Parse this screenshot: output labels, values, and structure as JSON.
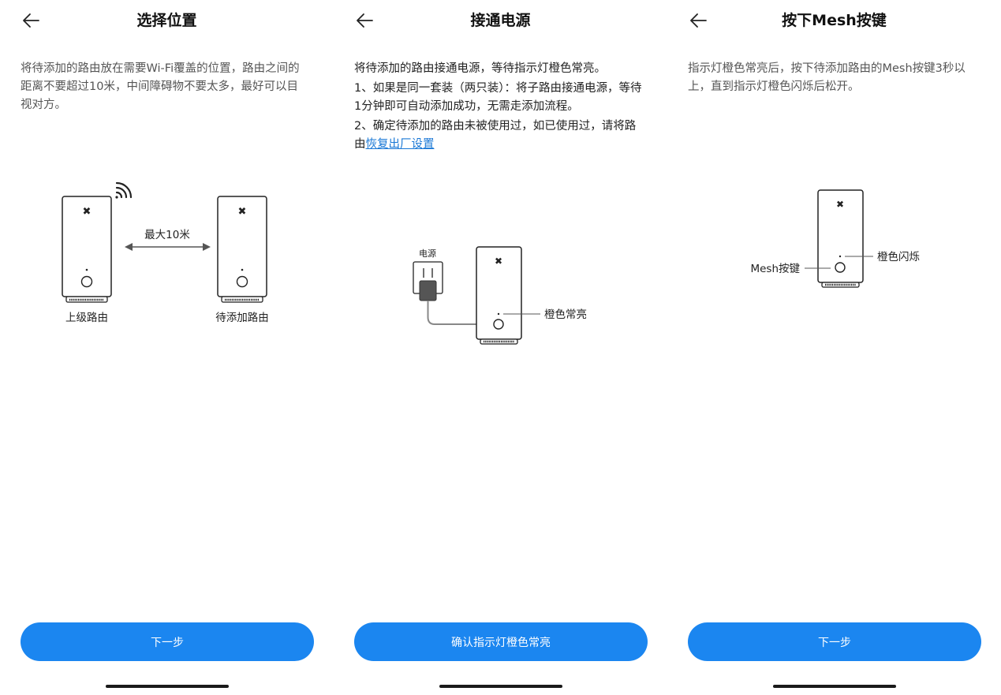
{
  "panels": [
    {
      "title": "选择位置",
      "description": "将待添加的路由放在需要Wi-Fi覆盖的位置，路由之间的距离不要超过10米，中间障碍物不要太多，最好可以目视对方。",
      "illustration": {
        "distance_label": "最大10米",
        "left_router_label": "上级路由",
        "right_router_label": "待添加路由"
      },
      "button_label": "下一步"
    },
    {
      "title": "接通电源",
      "paragraphs": [
        "将待添加的路由接通电源，等待指示灯橙色常亮。",
        "1、如果是同一套装（两只装）：将子路由接通电源，等待1分钟即可自动添加成功，无需走添加流程。"
      ],
      "paragraph_3_prefix": "2、确定待添加的路由未被使用过，如已使用过，请将路由",
      "reset_link": "恢复出厂设置",
      "illustration": {
        "power_label": "电源",
        "indicator_label": "橙色常亮"
      },
      "button_label": "确认指示灯橙色常亮"
    },
    {
      "title": "按下Mesh按键",
      "description": "指示灯橙色常亮后，按下待添加路由的Mesh按键3秒以上，直到指示灯橙色闪烁后松开。",
      "illustration": {
        "mesh_button_label": "Mesh按键",
        "indicator_label": "橙色闪烁"
      },
      "button_label": "下一步"
    }
  ],
  "icons": {
    "back": "arrow-left-icon",
    "wifi": "wifi-signal-icon",
    "logo": "router-logo-icon"
  },
  "colors": {
    "accent": "#1b86f0",
    "link": "#1a78d6",
    "text": "#222222",
    "secondary_text": "#555555"
  }
}
